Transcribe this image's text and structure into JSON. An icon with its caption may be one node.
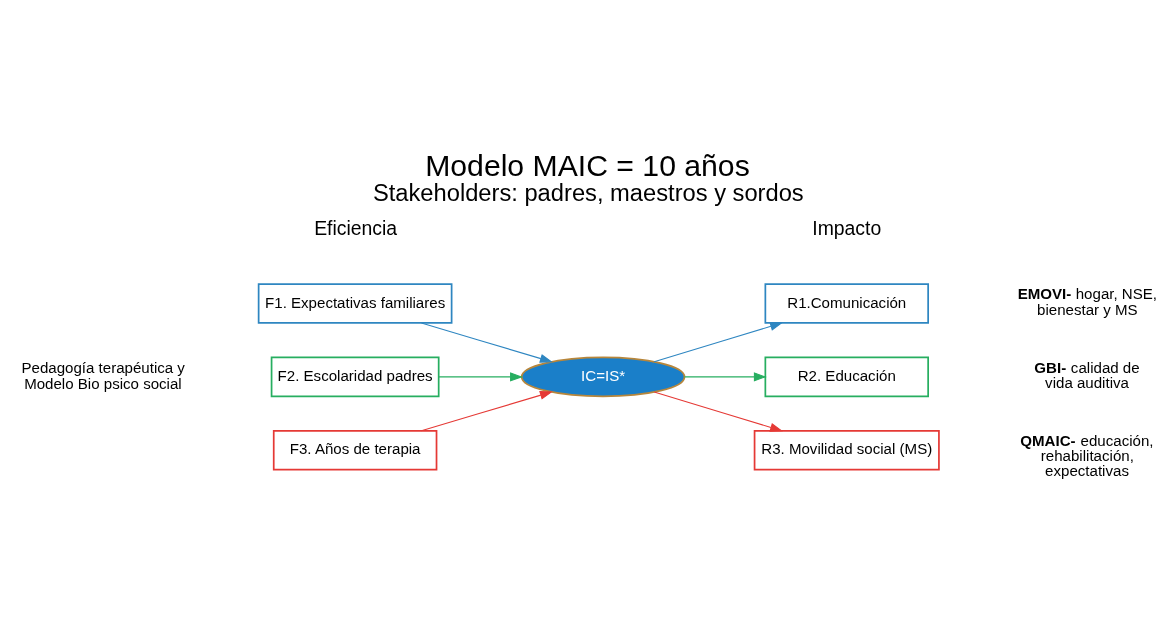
{
  "diagram": {
    "title": "Modelo MAIC = 10 años",
    "nodes": [
      {
        "text": [
          "F1. Expectativas familiares"
        ]
      },
      {
        "text": [
          "F2. Escolaridad padres"
        ]
      },
      {
        "text": [
          "F3. Años de terapia"
        ]
      },
      {
        "text": [
          "IC=IS*"
        ]
      },
      {
        "text": [
          "R1.Comunicación"
        ]
      },
      {
        "text": [
          "R2. Educación"
        ]
      },
      {
        "text": [
          "R3. Movilidad social (MS)"
        ]
      }
    ],
    "edges": [
      {
        "from": 0,
        "to": 3,
        "arrow": "to",
        "color": "#2e86c1"
      },
      {
        "from": 1,
        "to": 3,
        "arrow": "to",
        "color": "#27ae60"
      },
      {
        "from": 2,
        "to": 3,
        "arrow": "to",
        "color": "#e53935"
      },
      {
        "from": 3,
        "to": 4,
        "arrow": "to",
        "color": "#2e86c1"
      },
      {
        "from": 3,
        "to": 5,
        "arrow": "to",
        "color": "#27ae60"
      },
      {
        "from": 3,
        "to": 6,
        "arrow": "to",
        "color": "#e53935"
      }
    ],
    "labels": [
      "Stakeholders: padres, maestros y sordos",
      "Eficiencia",
      "Impacto",
      "Pedagogía terapéutica y Modelo Bio psico social",
      "**EMOVI-** hogar, NSE, bienestar y MS",
      "**GBI-** calidad de vida auditiva",
      "**QMAIC-** educación, rehabilitación, expectativas"
    ]
  }
}
